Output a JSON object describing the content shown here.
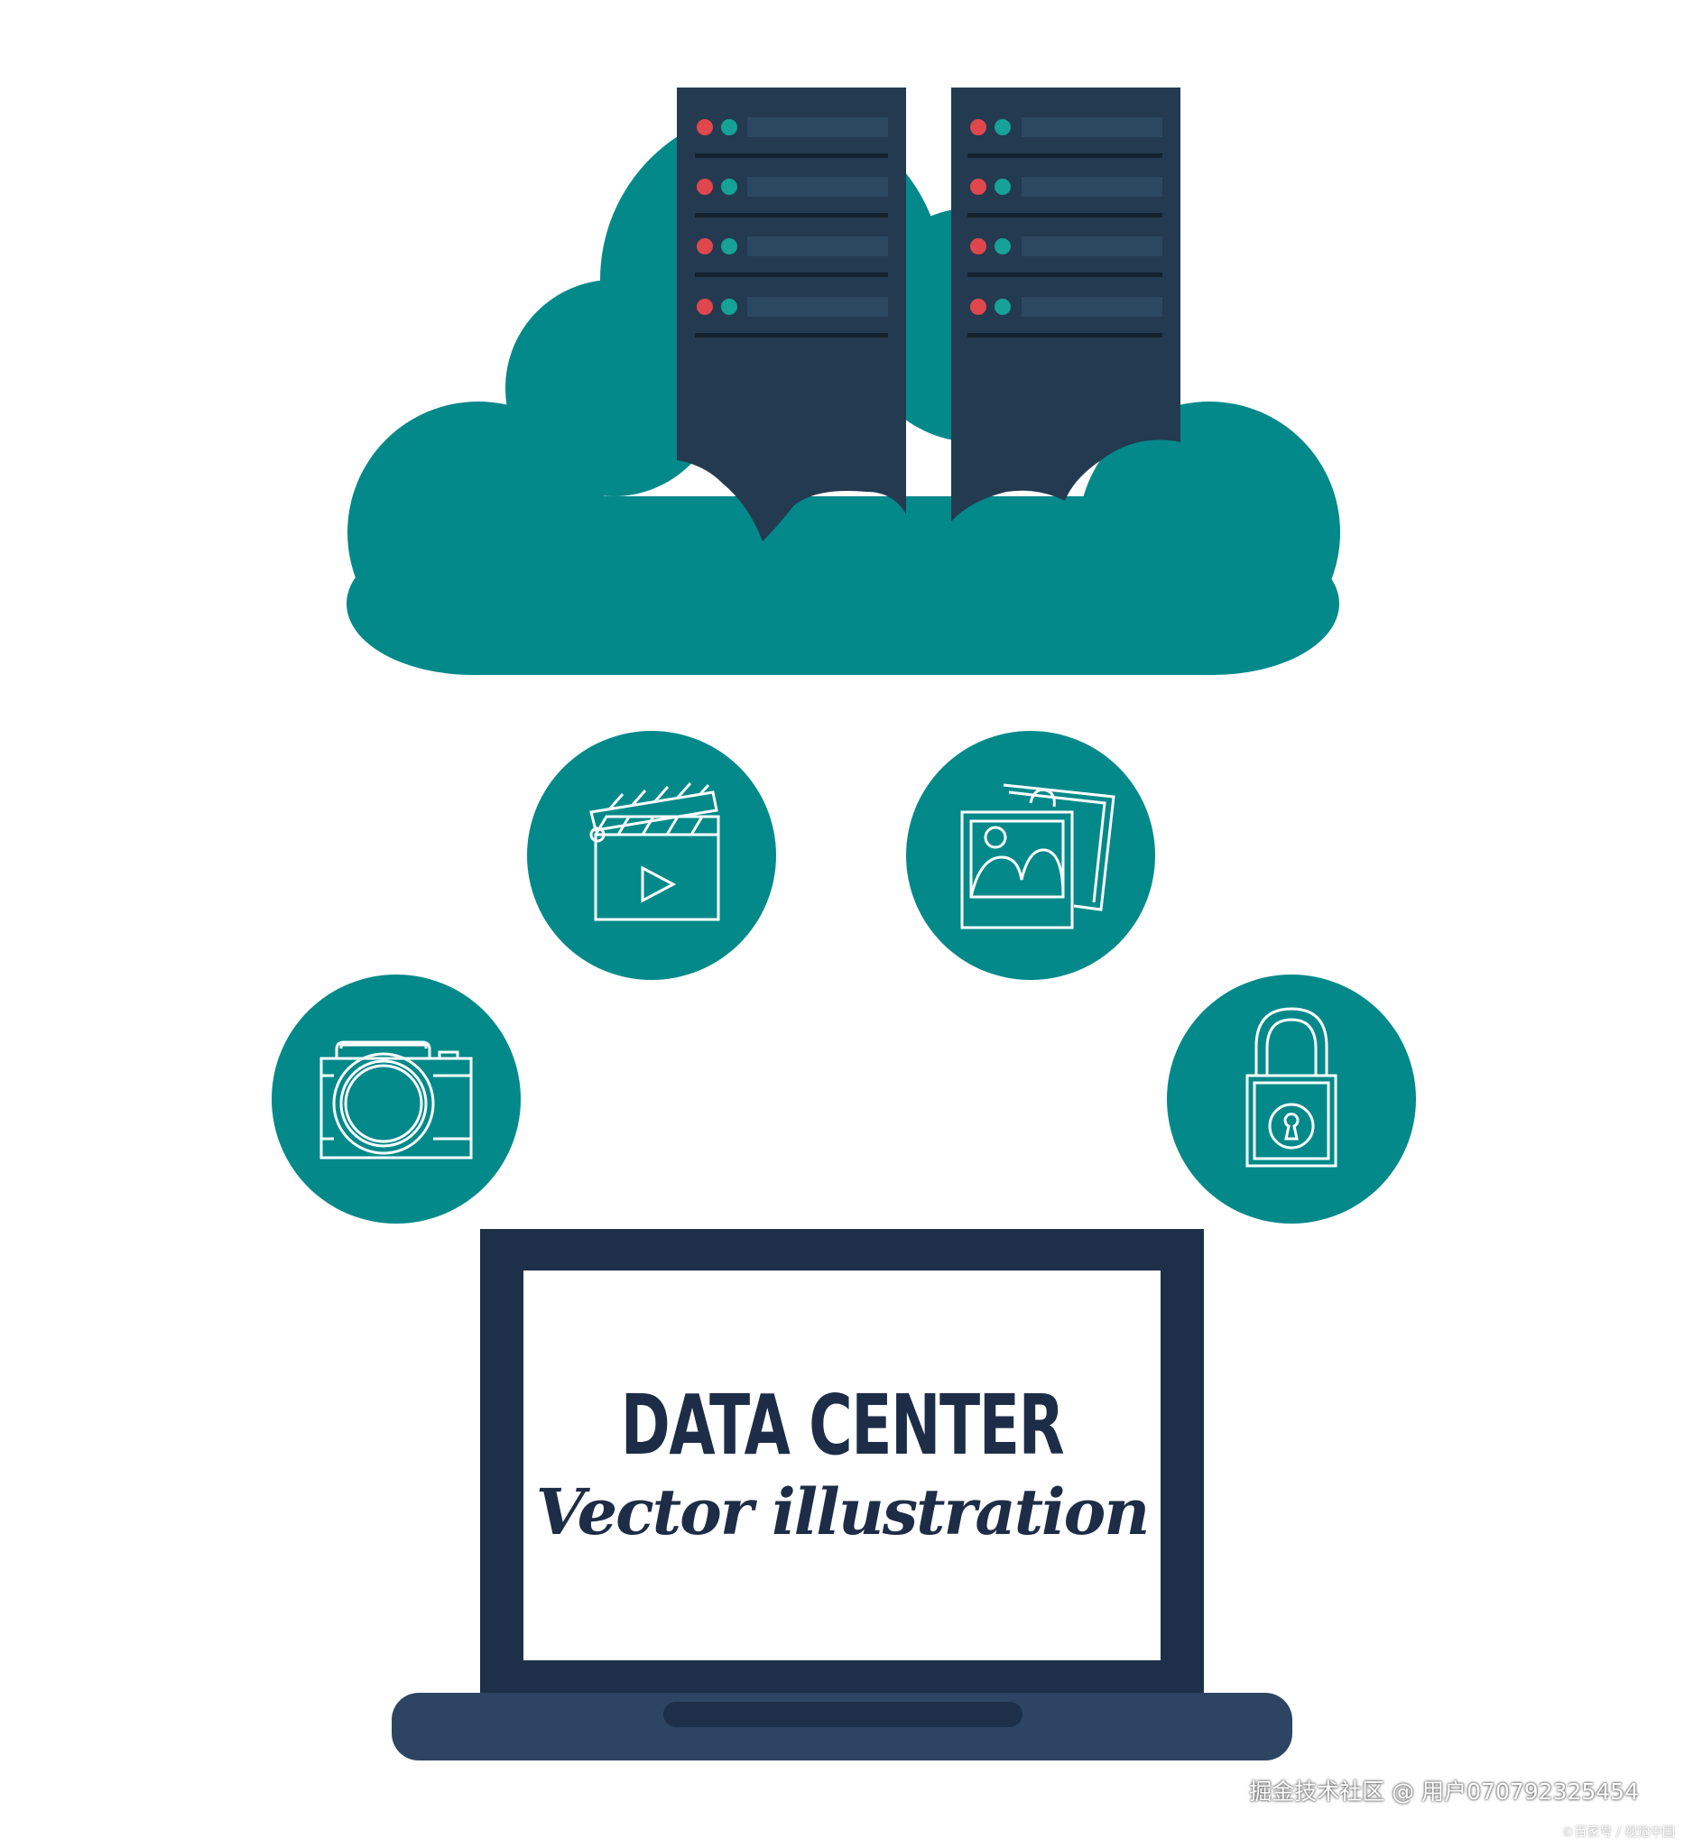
{
  "palette": {
    "teal": "#04898a",
    "navy": "#1e3049",
    "server_dark": "#233a51",
    "server_slot": "#2c4860",
    "led_red": "#e0474c",
    "led_teal": "#16a297",
    "laptop_base": "#2d4563",
    "screen_white": "#ffffff",
    "background": "#ffffff"
  },
  "icons": [
    "cloud-icon",
    "server-rack-icon",
    "clapperboard-icon",
    "photos-icon",
    "camera-icon",
    "padlock-icon",
    "laptop-icon"
  ],
  "screen": {
    "title": "DATA CENTER",
    "subtitle": "Vector illustration"
  },
  "watermark": {
    "text": "掘金技术社区 @ 用户070792325454",
    "corner": "©百家号 / 视觉中国"
  }
}
